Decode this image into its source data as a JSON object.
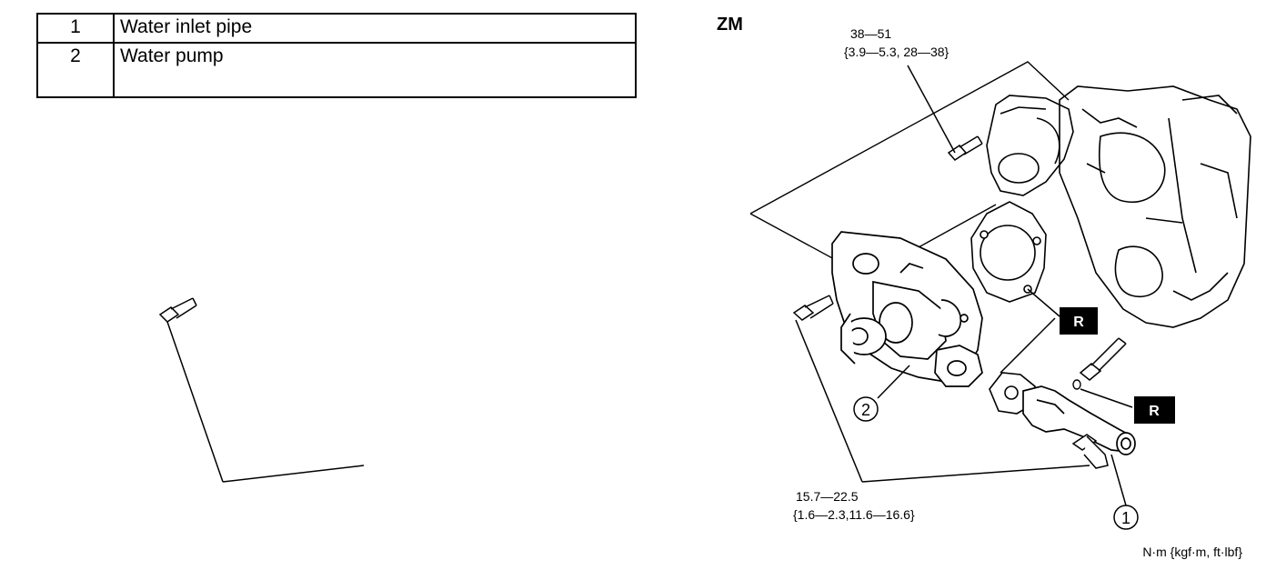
{
  "legend": {
    "rows": [
      {
        "num": "1",
        "label": "Water inlet pipe"
      },
      {
        "num": "2",
        "label": "Water pump"
      }
    ]
  },
  "diagram": {
    "variant_label": "ZM",
    "torque_top_line1": "38—51",
    "torque_top_line2": "{3.9—5.3, 28—38}",
    "torque_bottom_line1": "15.7—22.5",
    "torque_bottom_line2": "{1.6—2.3,11.6—16.6}",
    "units_label": "N·m {kgf·m, ft·lbf}",
    "replace_mark_1": "R",
    "replace_mark_2": "R",
    "callout_1": "1",
    "callout_2": "2"
  }
}
